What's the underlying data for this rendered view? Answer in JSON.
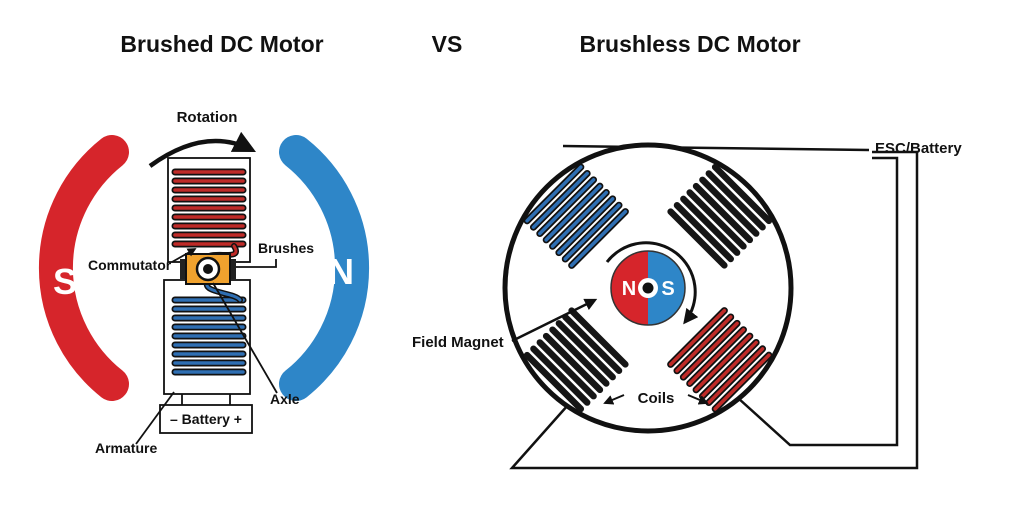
{
  "header": {
    "left_title": "Brushed DC Motor",
    "vs": "VS",
    "right_title": "Brushless DC Motor"
  },
  "brushed": {
    "rotation_label": "Rotation",
    "commutator_label": "Commutator",
    "brushes_label": "Brushes",
    "axle_label": "Axle",
    "battery_label": "– Battery +",
    "armature_label": "Armature",
    "south_label": "S",
    "north_label": "N"
  },
  "brushless": {
    "esc_label": "ESC/Battery",
    "field_magnet_label": "Field Magnet",
    "coils_label": "Coils",
    "north_label": "N",
    "south_label": "S"
  },
  "colors": {
    "magnet_red": "#d6252b",
    "magnet_blue": "#2e86c8",
    "coil_red": "#bf2b28",
    "coil_blue": "#2f6fb3",
    "coil_black": "#161616",
    "commutator_orange": "#f0a22e",
    "line_black": "#111111"
  }
}
